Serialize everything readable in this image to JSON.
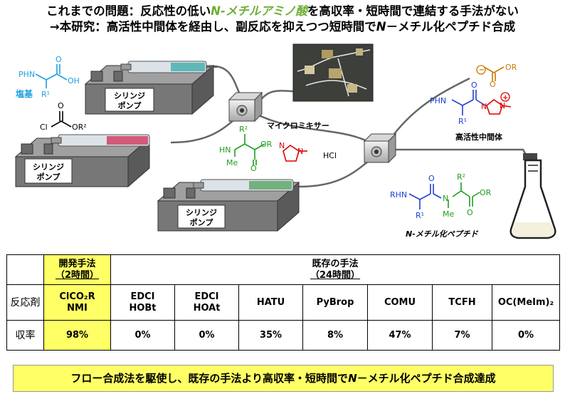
{
  "title": {
    "line1_a": "これまでの問題：反応性の低い",
    "line1_nmethyl": "N-メチルアミノ酸",
    "line1_b": "を高収率・短時間で連結する手法がない",
    "line2_a": "→本研究：高活性中間体を経由し、副反応を抑えつつ短時間で",
    "line2_n": "N",
    "line2_b": "－メチル化ペプチド合成"
  },
  "scheme": {
    "pump_label_line1": "シリンジ",
    "pump_label_line2": "ポンプ",
    "mixer_label": "マイクロミキサー",
    "intermediate_label": "高活性中間体",
    "product_label": "N-メチル化ペプチド",
    "salt_label": "塩基",
    "hcl_label": "HCl",
    "colors": {
      "blue": "#1f3fd4",
      "cyan": "#1ea0dc",
      "green": "#1e9e1e",
      "orange": "#c87a00",
      "red": "#e00000"
    }
  },
  "table": {
    "dev_header_line1": "開発手法",
    "dev_header_line2": "（2時間）",
    "exist_header_line1": "既存の手法",
    "exist_header_line2": "（24時間）",
    "row1_label": "反応剤",
    "row2_label": "収率",
    "methods": [
      {
        "reagent_line1": "ClCO₂R",
        "reagent_line2": "NMI",
        "yield": "98%"
      },
      {
        "reagent_line1": "EDCI",
        "reagent_line2": "HOBt",
        "yield": "0%"
      },
      {
        "reagent_line1": "EDCI",
        "reagent_line2": "HOAt",
        "yield": "0%"
      },
      {
        "reagent_line1": "HATU",
        "reagent_line2": "",
        "yield": "35%"
      },
      {
        "reagent_line1": "PyBrop",
        "reagent_line2": "",
        "yield": "8%"
      },
      {
        "reagent_line1": "COMU",
        "reagent_line2": "",
        "yield": "47%"
      },
      {
        "reagent_line1": "TCFH",
        "reagent_line2": "",
        "yield": "7%"
      },
      {
        "reagent_line1": "OC(MeIm)₂",
        "reagent_line2": "",
        "yield": "0%"
      }
    ]
  },
  "banner": {
    "a": "フロー合成法を駆使し、既存の手法より高収率・短時間で",
    "n": "N",
    "b": "－メチル化ペプチド合成達成"
  }
}
